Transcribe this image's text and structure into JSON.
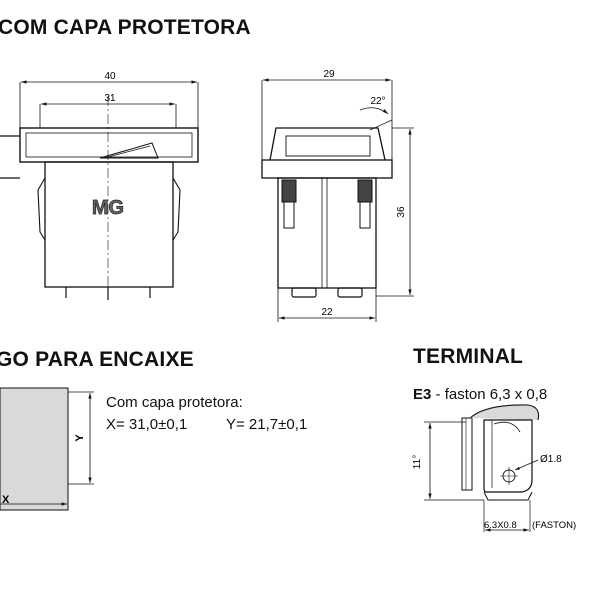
{
  "headings": {
    "top": "COM CAPA PROTETORA",
    "cutout": "GO PARA ENCAIXE",
    "terminal": "TERMINAL"
  },
  "front_view": {
    "dim_overall_width": "40",
    "dim_inner_width": "31",
    "logo": "MG"
  },
  "side_view": {
    "dim_width": "29",
    "dim_angle": "22°",
    "dim_height": "36",
    "dim_base": "22"
  },
  "cutout": {
    "label": "Com capa protetora:",
    "x_value": "X= 31,0±0,1",
    "y_value": "Y= 21,7±0,1",
    "axis_y": "Y",
    "axis_x": "X"
  },
  "terminal": {
    "code": "E3",
    "description": " - faston 6,3 x 0,8",
    "dim_height": "11°",
    "dim_hole": "Ø1.8",
    "dim_width": "6.3X0.8",
    "dim_width_note": "(FASTON)"
  },
  "colors": {
    "line": "#111111",
    "fill_gray": "#d9d9d9",
    "fill_dark": "#444444"
  }
}
